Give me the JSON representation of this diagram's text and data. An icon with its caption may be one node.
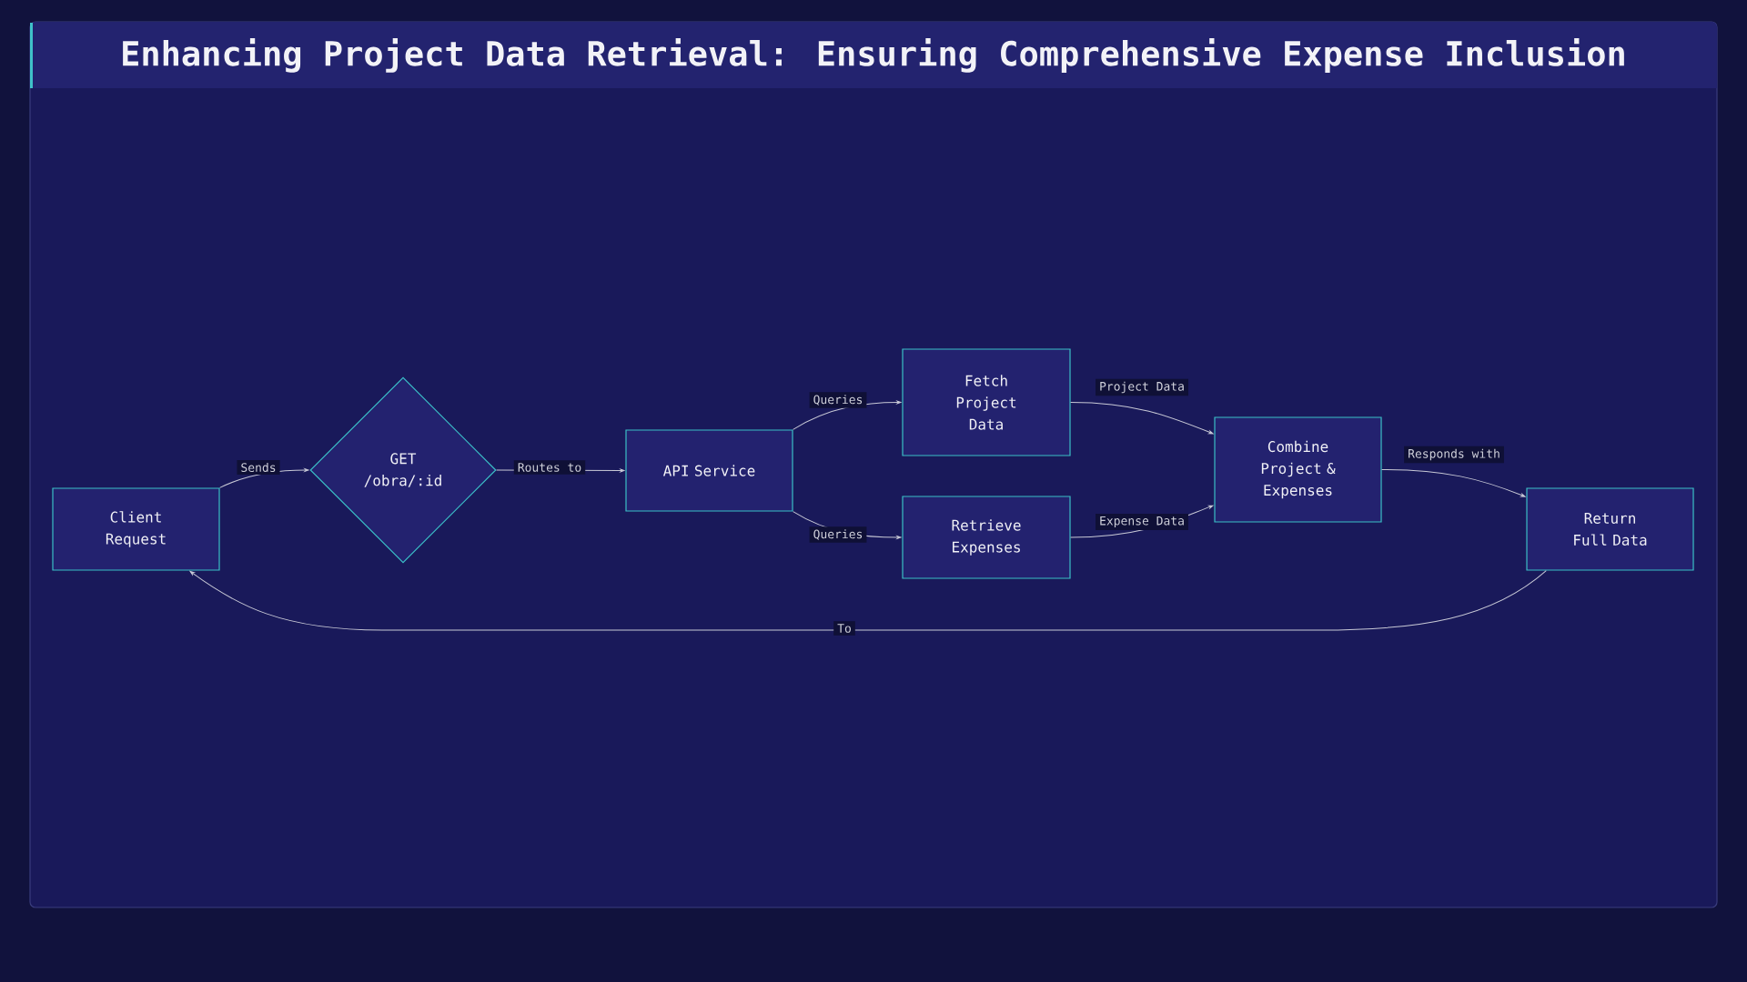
{
  "diagram": {
    "title": "Enhancing Project Data Retrieval: Ensuring Comprehensive Expense Inclusion",
    "nodes": [
      {
        "text": [
          "Client Request"
        ]
      },
      {
        "text": [
          "GET /obra/:id"
        ]
      },
      {
        "text": [
          "API Service"
        ]
      },
      {
        "text": [
          "Fetch Project Data"
        ]
      },
      {
        "text": [
          "Retrieve Expenses"
        ]
      },
      {
        "text": [
          "Combine Project & Expenses"
        ]
      },
      {
        "text": [
          "Return Full Data"
        ]
      }
    ],
    "edges": [
      {
        "from": 0,
        "to": 1,
        "arrow": "to",
        "label": "Sends"
      },
      {
        "from": 1,
        "to": 2,
        "arrow": "to",
        "label": "Routes to"
      },
      {
        "from": 2,
        "to": 3,
        "arrow": "to",
        "label": "Queries"
      },
      {
        "from": 2,
        "to": 4,
        "arrow": "to",
        "label": "Queries"
      },
      {
        "from": 3,
        "to": 5,
        "arrow": "to",
        "label": "Project Data"
      },
      {
        "from": 4,
        "to": 5,
        "arrow": "to",
        "label": "Expense Data"
      },
      {
        "from": 5,
        "to": 6,
        "arrow": "to",
        "label": "Responds with"
      },
      {
        "from": 6,
        "to": 0,
        "arrow": "to",
        "label": "To"
      }
    ]
  }
}
